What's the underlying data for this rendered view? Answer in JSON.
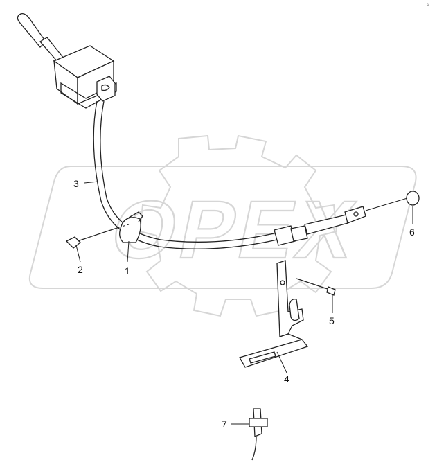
{
  "diagram": {
    "watermark_text": "OPEX",
    "corner_mark": "≈",
    "callouts": [
      {
        "id": "1",
        "label": "1"
      },
      {
        "id": "2",
        "label": "2"
      },
      {
        "id": "3",
        "label": "3"
      },
      {
        "id": "4",
        "label": "4"
      },
      {
        "id": "5",
        "label": "5"
      },
      {
        "id": "6",
        "label": "6"
      },
      {
        "id": "7",
        "label": "7"
      }
    ]
  }
}
